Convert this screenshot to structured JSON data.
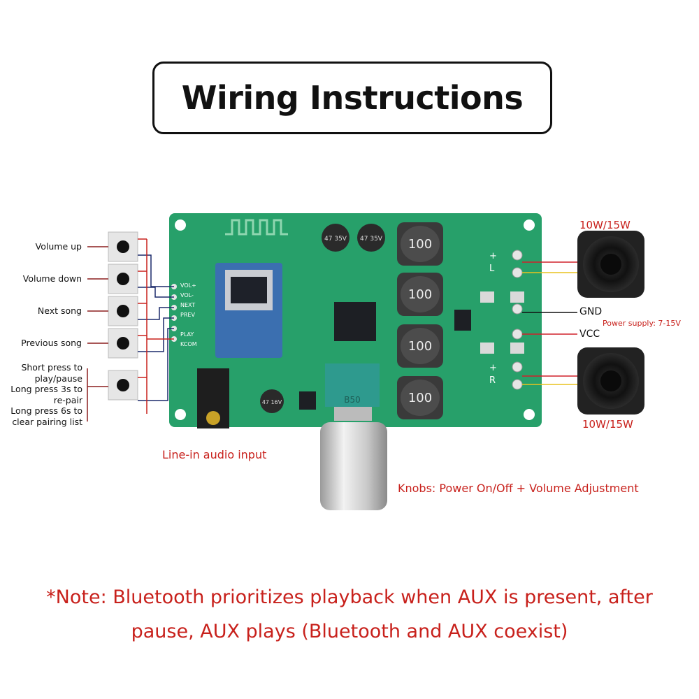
{
  "title": "Wiring Instructions",
  "buttons": [
    {
      "label": "Volume up",
      "pin": "VOL+"
    },
    {
      "label": "Volume down",
      "pin": "VOL-"
    },
    {
      "label": "Next song",
      "pin": "NEXT"
    },
    {
      "label": "Previous song",
      "pin": "PREV"
    },
    {
      "label_lines": [
        "Short press to",
        "play/pause",
        "Long press 3s to",
        "re-pair",
        "Long press 6s to",
        "clear pairing list"
      ],
      "pin": "PLAY"
    }
  ],
  "common_pin": "KCOM",
  "left_speaker_rating": "10W/15W",
  "right_speaker_rating": "10W/15W",
  "gnd_label": "GND",
  "vcc_label": "VCC",
  "power_supply": "Power supply: 7-15V",
  "line_in": "Line-in audio input",
  "knob": "Knobs: Power On/Off + Volume Adjustment",
  "note_lines": [
    "*Note: Bluetooth prioritizes playback when AUX is present, after",
    "pause, AUX plays (Bluetooth and AUX coexist)"
  ],
  "board_marks": {
    "inductor": "100",
    "cap_big": "47 35V",
    "cap_small": "47 16V",
    "knob_code": "B50",
    "l_label": "L",
    "r_label": "R",
    "plus": "+",
    "minus": "-"
  },
  "colors": {
    "board": "#27a06a",
    "accent_red": "#c8211c",
    "wire_dark": "#1b2a6b",
    "wire_red": "#d0202a",
    "wire_yellow": "#e8c21e"
  }
}
